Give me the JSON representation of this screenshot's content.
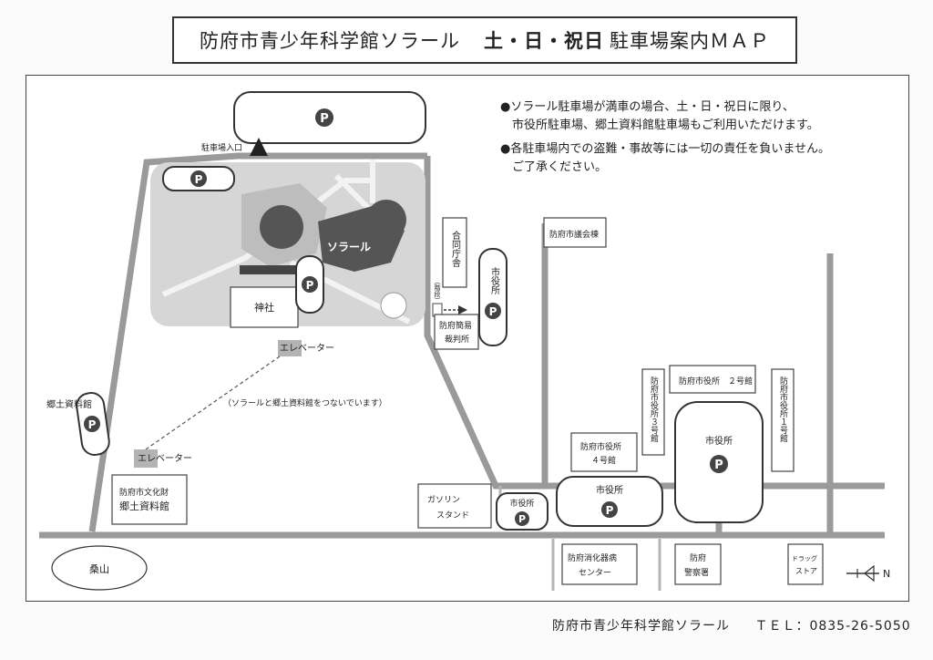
{
  "title": {
    "prefix": "防府市青少年科学館ソラール",
    "days": "土・日・祝日",
    "suffix": "駐車場案内ＭＡＰ"
  },
  "notes": [
    "●ソラール駐車場が満車の場合、土・日・祝日に限り、",
    "　市役所駐車場、郷土資料館駐車場もご利用いただけます。",
    "●各駐車場内での盗難・事故等には一切の責任を負いません。",
    "　ご了承ください。"
  ],
  "labels": {
    "parking_symbol": "P",
    "entrance": "駐車場入口",
    "solar": "ソラール",
    "shrine": "神社",
    "elevator_top": "エレベーター",
    "elevator_bottom": "エレベーター",
    "connection_note": "（ソラールと郷土資料館をつないでいます）",
    "kyodo_parking": "郷土資料館",
    "kyodo_building_1": "防府市文化財",
    "kyodo_building_2": "郷土資料館",
    "kuwayama": "桑山",
    "godo_chosha": "合同庁舎",
    "stairs": "（階段）",
    "court_1": "防府簡易",
    "court_2": "裁判所",
    "city_office_parking_v": "市役所",
    "city_council": "防府市議会棟",
    "annex2": "防府市役所　２号館",
    "annex3": "防府市役所３号館",
    "annex1": "防府市役所１号館",
    "annex4_1": "防府市役所",
    "annex4_2": "４号館",
    "city_office_main": "市役所",
    "city_office_lot": "市役所",
    "city_office_small": "市役所",
    "gas_1": "ガソリン",
    "gas_2": "スタンド",
    "fire_1": "防府消化器病",
    "fire_2": "センター",
    "police_1": "防府",
    "police_2": "警察署",
    "drug_1": "ドラッグ",
    "drug_2": "ストア",
    "north": "N"
  },
  "footer": {
    "name": "防府市青少年科学館ソラール",
    "tel": "ＴＥＬ：0835-26-5050"
  },
  "colors": {
    "road": "#9a9a9a",
    "campus": "#d6d6d6",
    "building_dark": "#555555",
    "elevator": "#b3b3b3"
  }
}
